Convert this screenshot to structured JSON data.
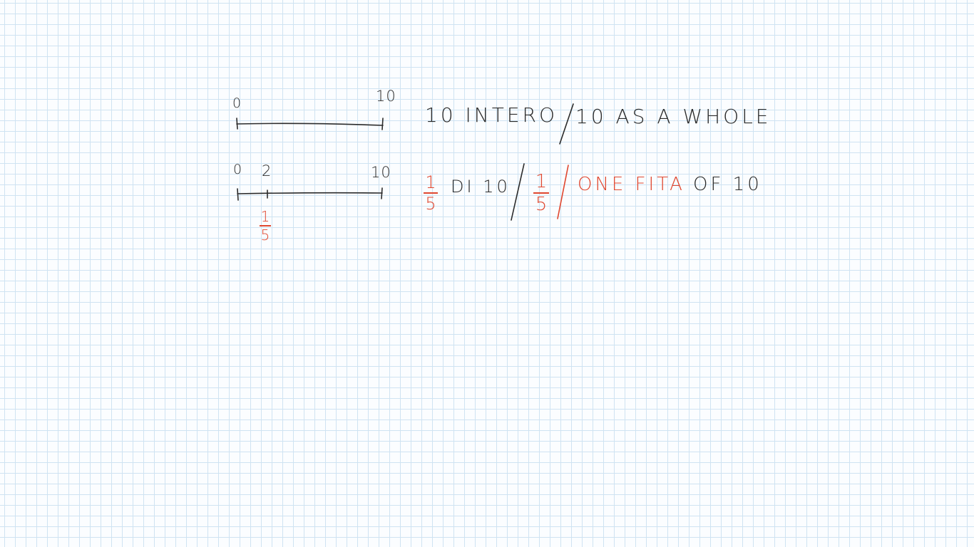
{
  "line1": {
    "label_start": "0",
    "label_end": "10",
    "text_it": "10 INTERO",
    "text_en": "10 AS A WHOLE"
  },
  "line2": {
    "label_start": "0",
    "label_mid": "2",
    "label_end": "10",
    "segment_fraction": {
      "numerator": "1",
      "denominator": "5"
    }
  },
  "sentence2": {
    "frac_it": {
      "numerator": "1",
      "denominator": "5"
    },
    "text_it": "DI 10",
    "frac_en": {
      "numerator": "1",
      "denominator": "5"
    },
    "text_en_red": "ONE FITA",
    "text_en_black": "OF 10"
  },
  "colors": {
    "ink_black": "#2b2b2b",
    "ink_red": "#e0472f",
    "grid": "#cfe3f2"
  }
}
